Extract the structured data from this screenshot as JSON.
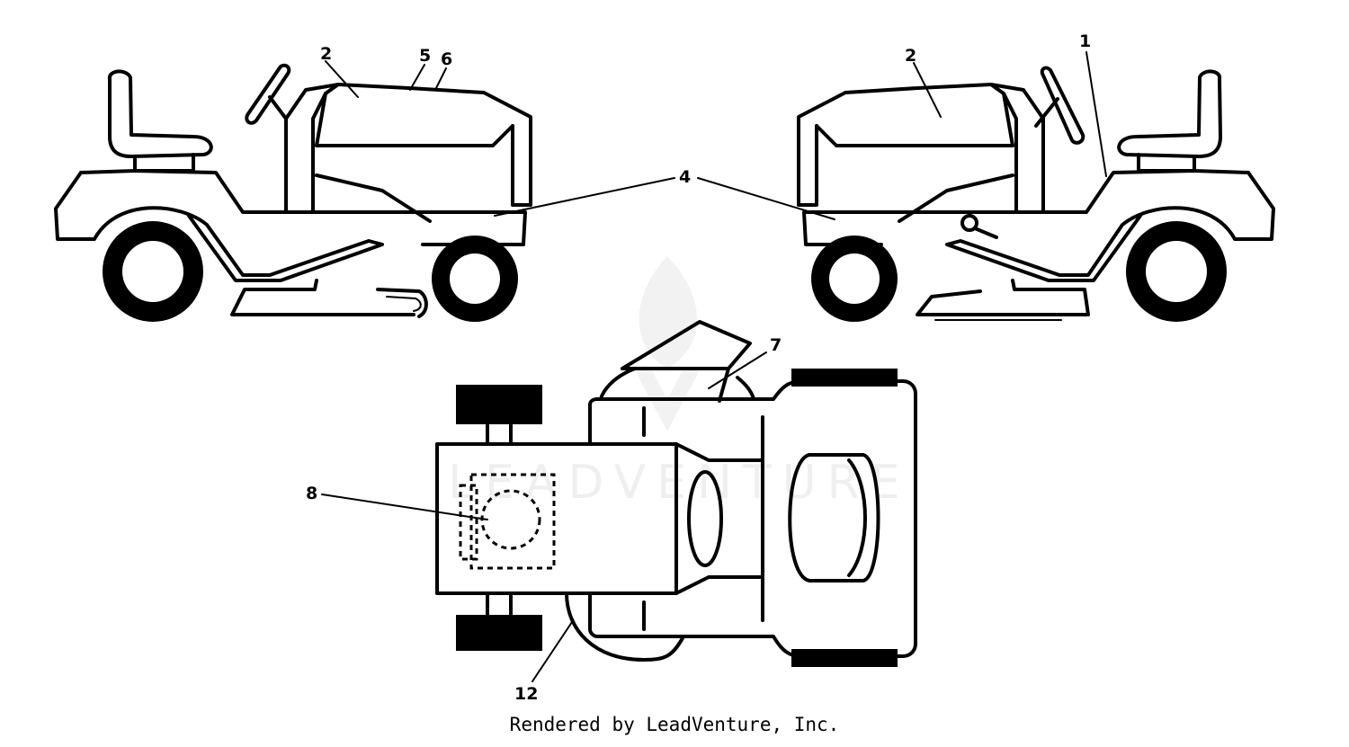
{
  "callouts": {
    "c1": "1",
    "c2_left": "2",
    "c2_right": "2",
    "c4": "4",
    "c5": "5",
    "c6": "6",
    "c7": "7",
    "c8": "8",
    "c12": "12"
  },
  "watermark": "LEADVENTURE",
  "credit": "Rendered by LeadVenture, Inc."
}
